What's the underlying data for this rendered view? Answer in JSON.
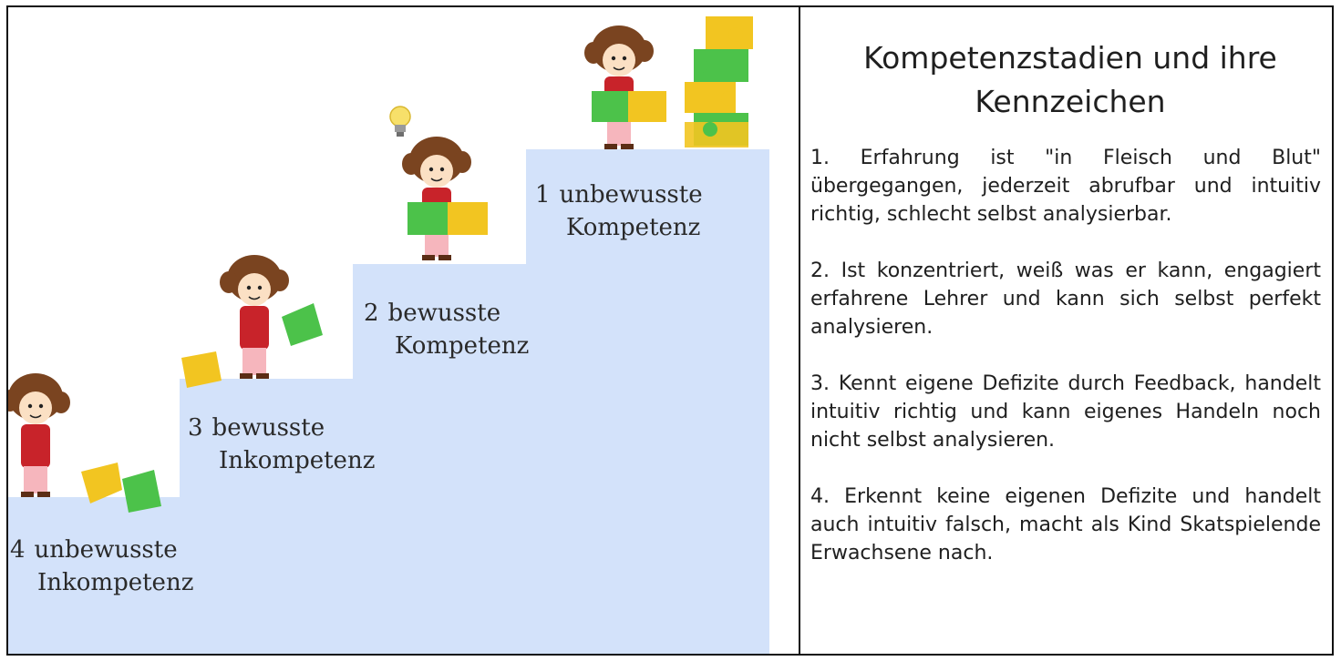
{
  "diagram": {
    "stages": [
      {
        "number": "1",
        "line1": "unbewusste",
        "line2": "Kompetenz"
      },
      {
        "number": "2",
        "line1": "bewusste",
        "line2": "Kompetenz"
      },
      {
        "number": "3",
        "line1": "bewusste",
        "line2": "Inkompetenz"
      },
      {
        "number": "4",
        "line1": "unbewusste",
        "line2": "Inkompetenz"
      }
    ],
    "colors": {
      "stairs": "#d3e2fa",
      "puzzle_green": "#4cc24a",
      "puzzle_yellow": "#f2c521",
      "hair": "#7a4420",
      "shirt": "#c8232a",
      "pants": "#f6b6bd",
      "bulb": "#f7e06a"
    },
    "icons": [
      "girl-figure-icon",
      "puzzle-piece-icon",
      "lightbulb-icon"
    ]
  },
  "panel": {
    "title": "Kompetenzstadien und ihre Kennzeichen",
    "items": [
      "1. Erfahrung ist \"in Fleisch und Blut\" übergegangen, jederzeit abrufbar und intuitiv richtig, schlecht selbst analysierbar.",
      "2. Ist konzentriert, weiß was er kann, engagiert erfahrene Lehrer und kann sich selbst perfekt analysieren.",
      "3. Kennt eigene Defizite durch Feedback, handelt intuitiv richtig und kann eigenes Handeln noch nicht selbst analysieren.",
      "4. Erkennt keine eigenen Defizite und handelt auch intuitiv falsch, macht als Kind Skatspielende Erwachsene nach."
    ]
  }
}
